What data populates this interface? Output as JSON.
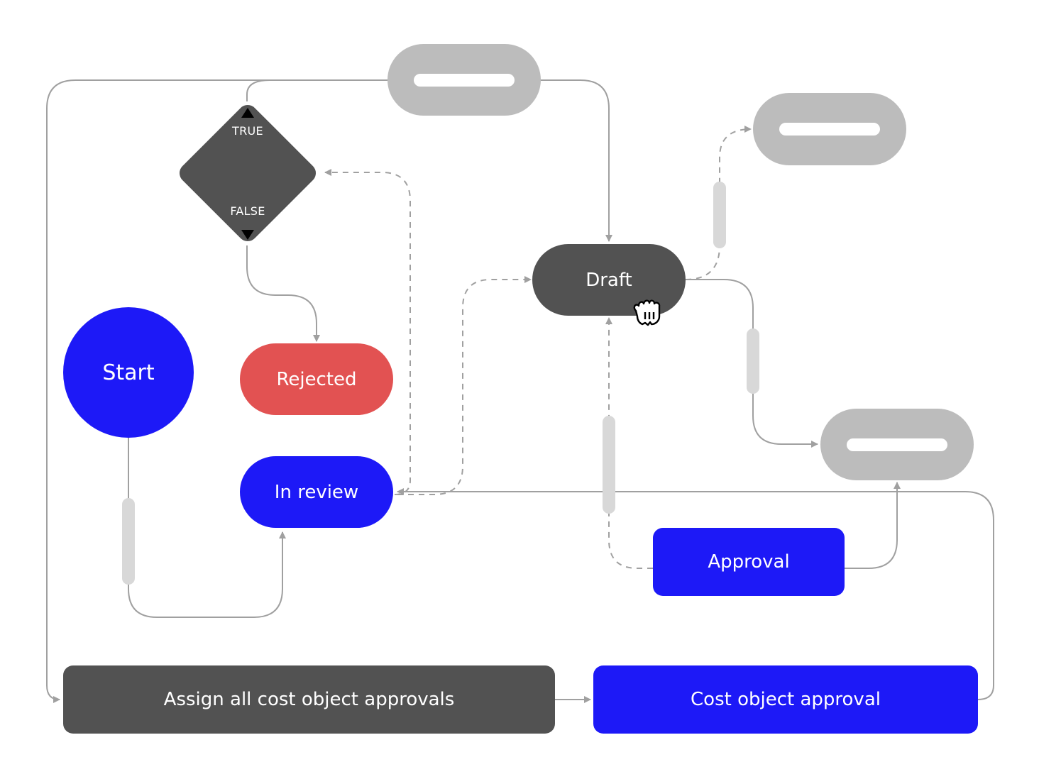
{
  "diagram": {
    "title": "",
    "colors": {
      "primary_blue": "#1d19f7",
      "dark_node": "#525252",
      "rejected_red": "#e25252",
      "placeholder_gray": "#bcbcbc",
      "connector": "#a0a0a0",
      "handle": "#d8d8d8"
    },
    "nodes": {
      "start": {
        "label": "Start",
        "shape": "circle"
      },
      "decision": {
        "shape": "diamond",
        "true_label": "TRUE",
        "false_label": "FALSE"
      },
      "rejected": {
        "label": "Rejected",
        "shape": "pill"
      },
      "in_review": {
        "label": "In review",
        "shape": "pill"
      },
      "draft": {
        "label": "Draft",
        "shape": "pill"
      },
      "approval": {
        "label": "Approval",
        "shape": "rounded-rect"
      },
      "assign_all": {
        "label": "Assign all cost object approvals",
        "shape": "rounded-rect"
      },
      "cost_object_approval": {
        "label": "Cost object approval",
        "shape": "rounded-rect"
      },
      "placeholder_top": {
        "label": "",
        "shape": "pill-placeholder"
      },
      "placeholder_right_top": {
        "label": "",
        "shape": "pill-placeholder"
      },
      "placeholder_right_mid": {
        "label": "",
        "shape": "pill-placeholder"
      }
    },
    "edges": [
      {
        "from": "start",
        "to": "in_review",
        "style": "solid"
      },
      {
        "from": "placeholder_top",
        "to": "decision",
        "style": "solid"
      },
      {
        "from": "placeholder_top",
        "to": "assign_all",
        "style": "solid"
      },
      {
        "from": "placeholder_top",
        "to": "draft",
        "style": "solid"
      },
      {
        "from": "decision",
        "to": "rejected",
        "style": "solid",
        "branch": "FALSE"
      },
      {
        "from": "in_review",
        "to": "decision",
        "style": "dashed"
      },
      {
        "from": "in_review",
        "to": "draft",
        "style": "dashed"
      },
      {
        "from": "draft",
        "to": "placeholder_right_top",
        "style": "dashed"
      },
      {
        "from": "draft",
        "to": "placeholder_right_mid",
        "style": "solid"
      },
      {
        "from": "approval",
        "to": "draft",
        "style": "dashed"
      },
      {
        "from": "approval",
        "to": "placeholder_right_mid",
        "style": "solid"
      },
      {
        "from": "assign_all",
        "to": "cost_object_approval",
        "style": "solid"
      },
      {
        "from": "cost_object_approval",
        "to": "in_review",
        "style": "solid"
      }
    ],
    "cursor": {
      "icon": "grab-hand-icon",
      "over": "draft"
    }
  }
}
